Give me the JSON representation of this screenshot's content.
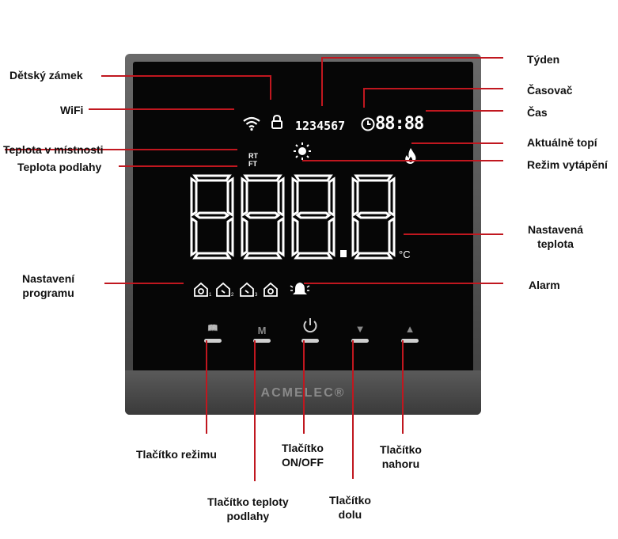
{
  "labels": {
    "child_lock": "Dětský zámek",
    "wifi": "WiFi",
    "room_temp": "Teplota v místnosti",
    "floor_temp": "Teplota podlahy",
    "program_line1": "Nastavení",
    "program_line2": "programu",
    "week": "Týden",
    "timer": "Časovač",
    "time": "Čas",
    "heating": "Aktuálně topí",
    "heat_mode": "Režim vytápění",
    "set_temp_line1": "Nastavená",
    "set_temp_line2": "teplota",
    "alarm": "Alarm",
    "mode_button": "Tlačítko režimu",
    "onoff_line1": "Tlačítko",
    "onoff_line2": "ON/OFF",
    "up_line1": "Tlačítko",
    "up_line2": "nahoru",
    "floor_btn_line1": "Tlačítko teploty",
    "floor_btn_line2": "podlahy",
    "down_line1": "Tlačítko",
    "down_line2": "dolu"
  },
  "display": {
    "week_digits": "1234567",
    "clock": "88:88",
    "rt": "RT",
    "ft": "FT",
    "main_digits": "888.8",
    "unit": "°C"
  },
  "device": {
    "brand": "ACMELEC®"
  },
  "buttons": {
    "mode_glyph": "📖",
    "m_glyph": "M",
    "power_glyph": "⏻",
    "down_glyph": "▼",
    "up_glyph": "▲"
  },
  "icons": {
    "wifi": "wifi-icon",
    "lock": "lock-icon",
    "clock": "clock-icon",
    "sun": "sun-icon",
    "flame": "flame-icon",
    "program": "program-house-icon",
    "alarm": "alarm-bell-icon"
  },
  "colors": {
    "leader_line": "#c0171f",
    "segment_on": "#ffffff",
    "screen_bg": "#060606",
    "bezel": "#4a4a4a"
  }
}
